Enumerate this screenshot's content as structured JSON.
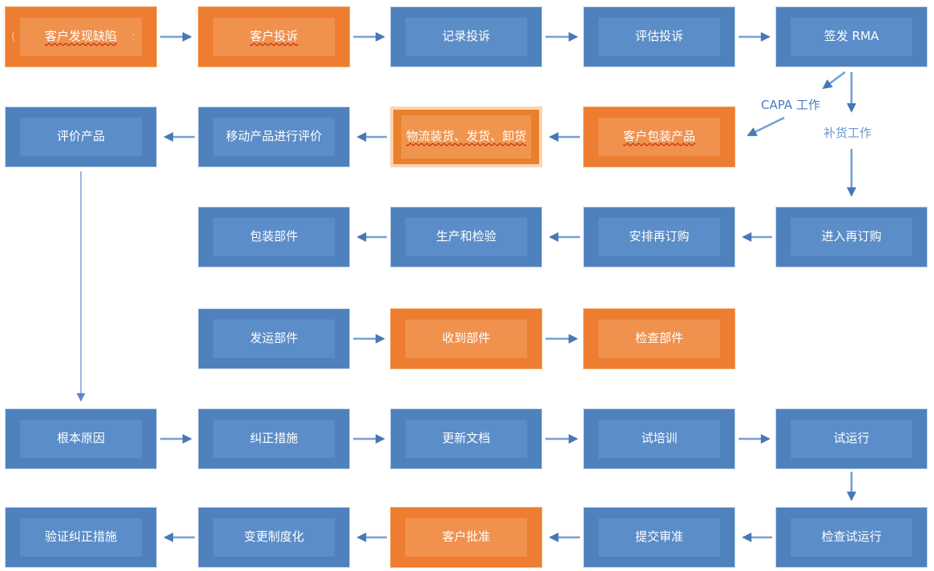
{
  "diagram_title": "RMA / CAPA complaint handling flowchart",
  "nodes": [
    {
      "label": "客户发现缺陷",
      "type": "orange",
      "misspelled": true
    },
    {
      "label": "客户投诉",
      "type": "orange",
      "misspelled": true
    },
    {
      "label": "记录投诉",
      "type": "blue"
    },
    {
      "label": "评估投诉",
      "type": "blue"
    },
    {
      "label": "签发 RMA",
      "type": "blue"
    },
    {
      "label": "评价产品",
      "type": "blue"
    },
    {
      "label": "移动产品进行评价",
      "type": "blue"
    },
    {
      "label": "物流装货、发货、卸货",
      "type": "orange-selected",
      "misspelled": true
    },
    {
      "label": "客户包装产品",
      "type": "orange",
      "misspelled": true
    },
    {
      "label": "包装部件",
      "type": "blue"
    },
    {
      "label": "生产和检验",
      "type": "blue"
    },
    {
      "label": "安排再订购",
      "type": "blue"
    },
    {
      "label": "进入再订购",
      "type": "blue"
    },
    {
      "label": "发运部件",
      "type": "blue"
    },
    {
      "label": "收到部件",
      "type": "orange"
    },
    {
      "label": "检查部件",
      "type": "orange"
    },
    {
      "label": "根本原因",
      "type": "blue"
    },
    {
      "label": "纠正措施",
      "type": "blue"
    },
    {
      "label": "更新文档",
      "type": "blue"
    },
    {
      "label": "试培训",
      "type": "blue"
    },
    {
      "label": "试运行",
      "type": "blue"
    },
    {
      "label": "验证纠正措施",
      "type": "blue"
    },
    {
      "label": "变更制度化",
      "type": "blue"
    },
    {
      "label": "客户批准",
      "type": "orange"
    },
    {
      "label": "提交审准",
      "type": "blue"
    },
    {
      "label": "检查试运行",
      "type": "blue"
    }
  ],
  "labels": {
    "capa": "CAPA 工作",
    "restock": "补货工作"
  },
  "decor": {
    "node0_prefix": "(",
    "node0_suffix": ":"
  },
  "colors": {
    "blue_fill": "#4f81bd",
    "blue_inner": "#5b8dc9",
    "orange_fill": "#ed7d31",
    "orange_inner": "#f0914e",
    "selection_frame": "#fbd4b4",
    "arrow_line": "#74a0d6",
    "arrow_head": "#4878b6",
    "long_arrow_line": "#9ab6e0",
    "spellcheck_squiggle": "#cc1100",
    "flow_label_text": "#4a7cc0"
  }
}
